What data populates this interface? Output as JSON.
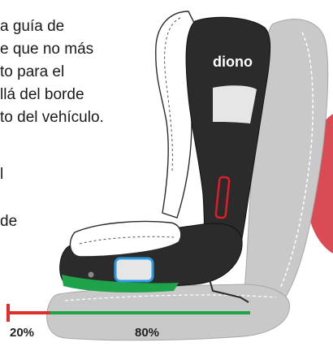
{
  "caption_lines": [
    "a guía de",
    "e que no más",
    "to para el",
    "llá del borde",
    "to del vehículo.",
    "l",
    "de"
  ],
  "brand": "diono",
  "percent_left": "20%",
  "percent_right": "80%",
  "colors": {
    "red_segment": "#e02d2d",
    "green_segment": "#1ea34b",
    "vehicle_seat": "#c9c9c9",
    "seat_shell": "#2b2b2b",
    "highlight_blue": "#2a9be0",
    "highlight_red": "#e21d2b",
    "passenger_red": "#d94b55"
  }
}
